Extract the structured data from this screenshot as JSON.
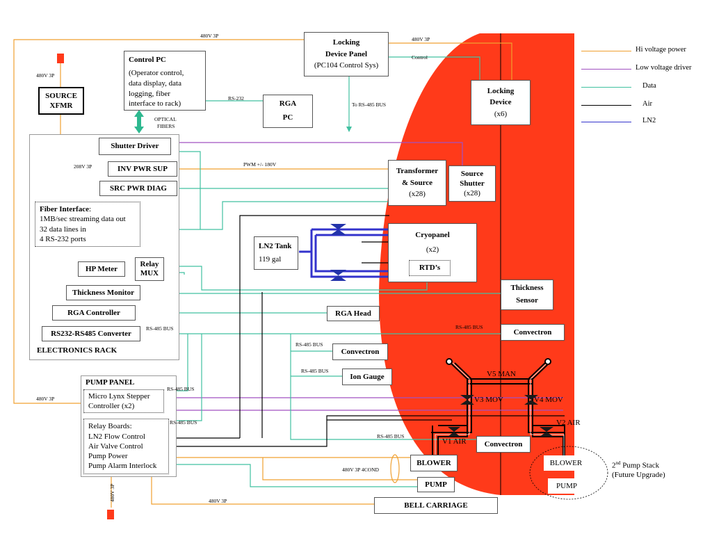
{
  "colors": {
    "hi_voltage": "#f0a030",
    "low_voltage": "#a050c0",
    "data": "#40c0a0",
    "air": "#000000",
    "ln2": "#3333cc",
    "chamber": "#ff3a1a"
  },
  "legend": [
    {
      "label": "Hi voltage power",
      "color": "#f0a030"
    },
    {
      "label": "Low voltage driver",
      "color": "#a050c0"
    },
    {
      "label": "Data",
      "color": "#40c0a0"
    },
    {
      "label": "Air",
      "color": "#000000"
    },
    {
      "label": "LN2",
      "color": "#3333cc"
    }
  ],
  "boxes": {
    "locking_panel": {
      "line1": "Locking",
      "line2": "Device Panel",
      "line3": "(PC104 Control Sys)"
    },
    "control_pc": {
      "title": "Control PC",
      "line1": "(Operator control,",
      "line2": "data display, data",
      "line3": "logging, fiber",
      "line4": "interface to rack)"
    },
    "rga_pc": {
      "line1": "RGA",
      "line2": "PC"
    },
    "source_xfmr": {
      "line1": "SOURCE",
      "line2": "XFMR"
    },
    "locking_device": {
      "line1": "Locking",
      "line2": "Device",
      "line3": "(x6)"
    },
    "shutter_driver": "Shutter Driver",
    "inv_pwr_sup": "INV PWR SUP",
    "src_pwr_diag": "SRC PWR DIAG",
    "fiber_interface": {
      "title": "Fiber Interface",
      "line1": "1MB/sec streaming data out",
      "line2": "32 data lines in",
      "line3": "4 RS-232 ports"
    },
    "hp_meter": "HP Meter",
    "relay_mux": {
      "line1": "Relay",
      "line2": "MUX"
    },
    "thickness_monitor": "Thickness Monitor",
    "rga_controller": "RGA Controller",
    "rs232_converter": "RS232-RS485 Converter",
    "electronics_rack": "ELECTRONICS RACK",
    "transformer": {
      "line1": "Transformer",
      "line2": "& Source",
      "line3": "(x28)"
    },
    "source_shutter": {
      "line1": "Source",
      "line2": "Shutter",
      "line3": "(x28)"
    },
    "ln2_tank": {
      "line1": "LN2 Tank",
      "line2": "119 gal"
    },
    "cryopanel": {
      "line1": "Cryopanel",
      "line2": "(x2)"
    },
    "rtds": "RTD’s",
    "thickness_sensor": {
      "line1": "Thickness",
      "line2": "Sensor"
    },
    "rga_head": "RGA Head",
    "convectron_1": "Convectron",
    "convectron_2": "Convectron",
    "convectron_3": "Convectron",
    "ion_gauge": "Ion Gauge",
    "pump_panel": "PUMP PANEL",
    "micro_lynx": {
      "line1": "Micro Lynx Stepper",
      "line2": "Controller (x2)"
    },
    "relay_boards": {
      "line1": "Relay Boards:",
      "line2": "LN2 Flow Control",
      "line3": "Air Valve Control",
      "line4": "Pump Power",
      "line5": "Pump Alarm Interlock"
    },
    "blower": "BLOWER",
    "pump": "PUMP",
    "blower_2": "BLOWER",
    "pump_2": "PUMP",
    "bell_carriage": "BELL CARRIAGE",
    "pump_stack_2": {
      "line1_pre": "2",
      "line1_sup": "nd",
      "line1_post": " Pump Stack",
      "line2": "(Future Upgrade)"
    }
  },
  "labels": {
    "v480_top": "480V 3P",
    "v480_right": "480V 3P",
    "v480_left": "480V 3P",
    "v480_pump_panel": "480V 3P",
    "v480_bottom": "480V 3P",
    "v480_4cond": "480V 3P 4COND",
    "v480_vertical": "480V 3P",
    "v208": "208V 3P",
    "control": "Control",
    "rs232": "RS-232",
    "to_rs485": "To RS-485 BUS",
    "optical_1": "OPTICAL",
    "optical_2": "FIBERS",
    "pwm": "PWM +/- 180V",
    "rs485_a": "RS-485 BUS",
    "rs485_b": "RS-485 BUS",
    "rs485_c": "RS-485 BUS",
    "rs485_d": "RS-485 BUS",
    "rs485_e": "RS-485 BUS",
    "rs485_f": "RS-485 BUS",
    "rs485_g": "RS-485 BUS",
    "v5_man": "V5 MAN",
    "v3_mov": "V3 MOV",
    "v4_mov": "V4 MOV",
    "v2_air": "V2 AIR",
    "v1_air": "V1 AIR"
  }
}
